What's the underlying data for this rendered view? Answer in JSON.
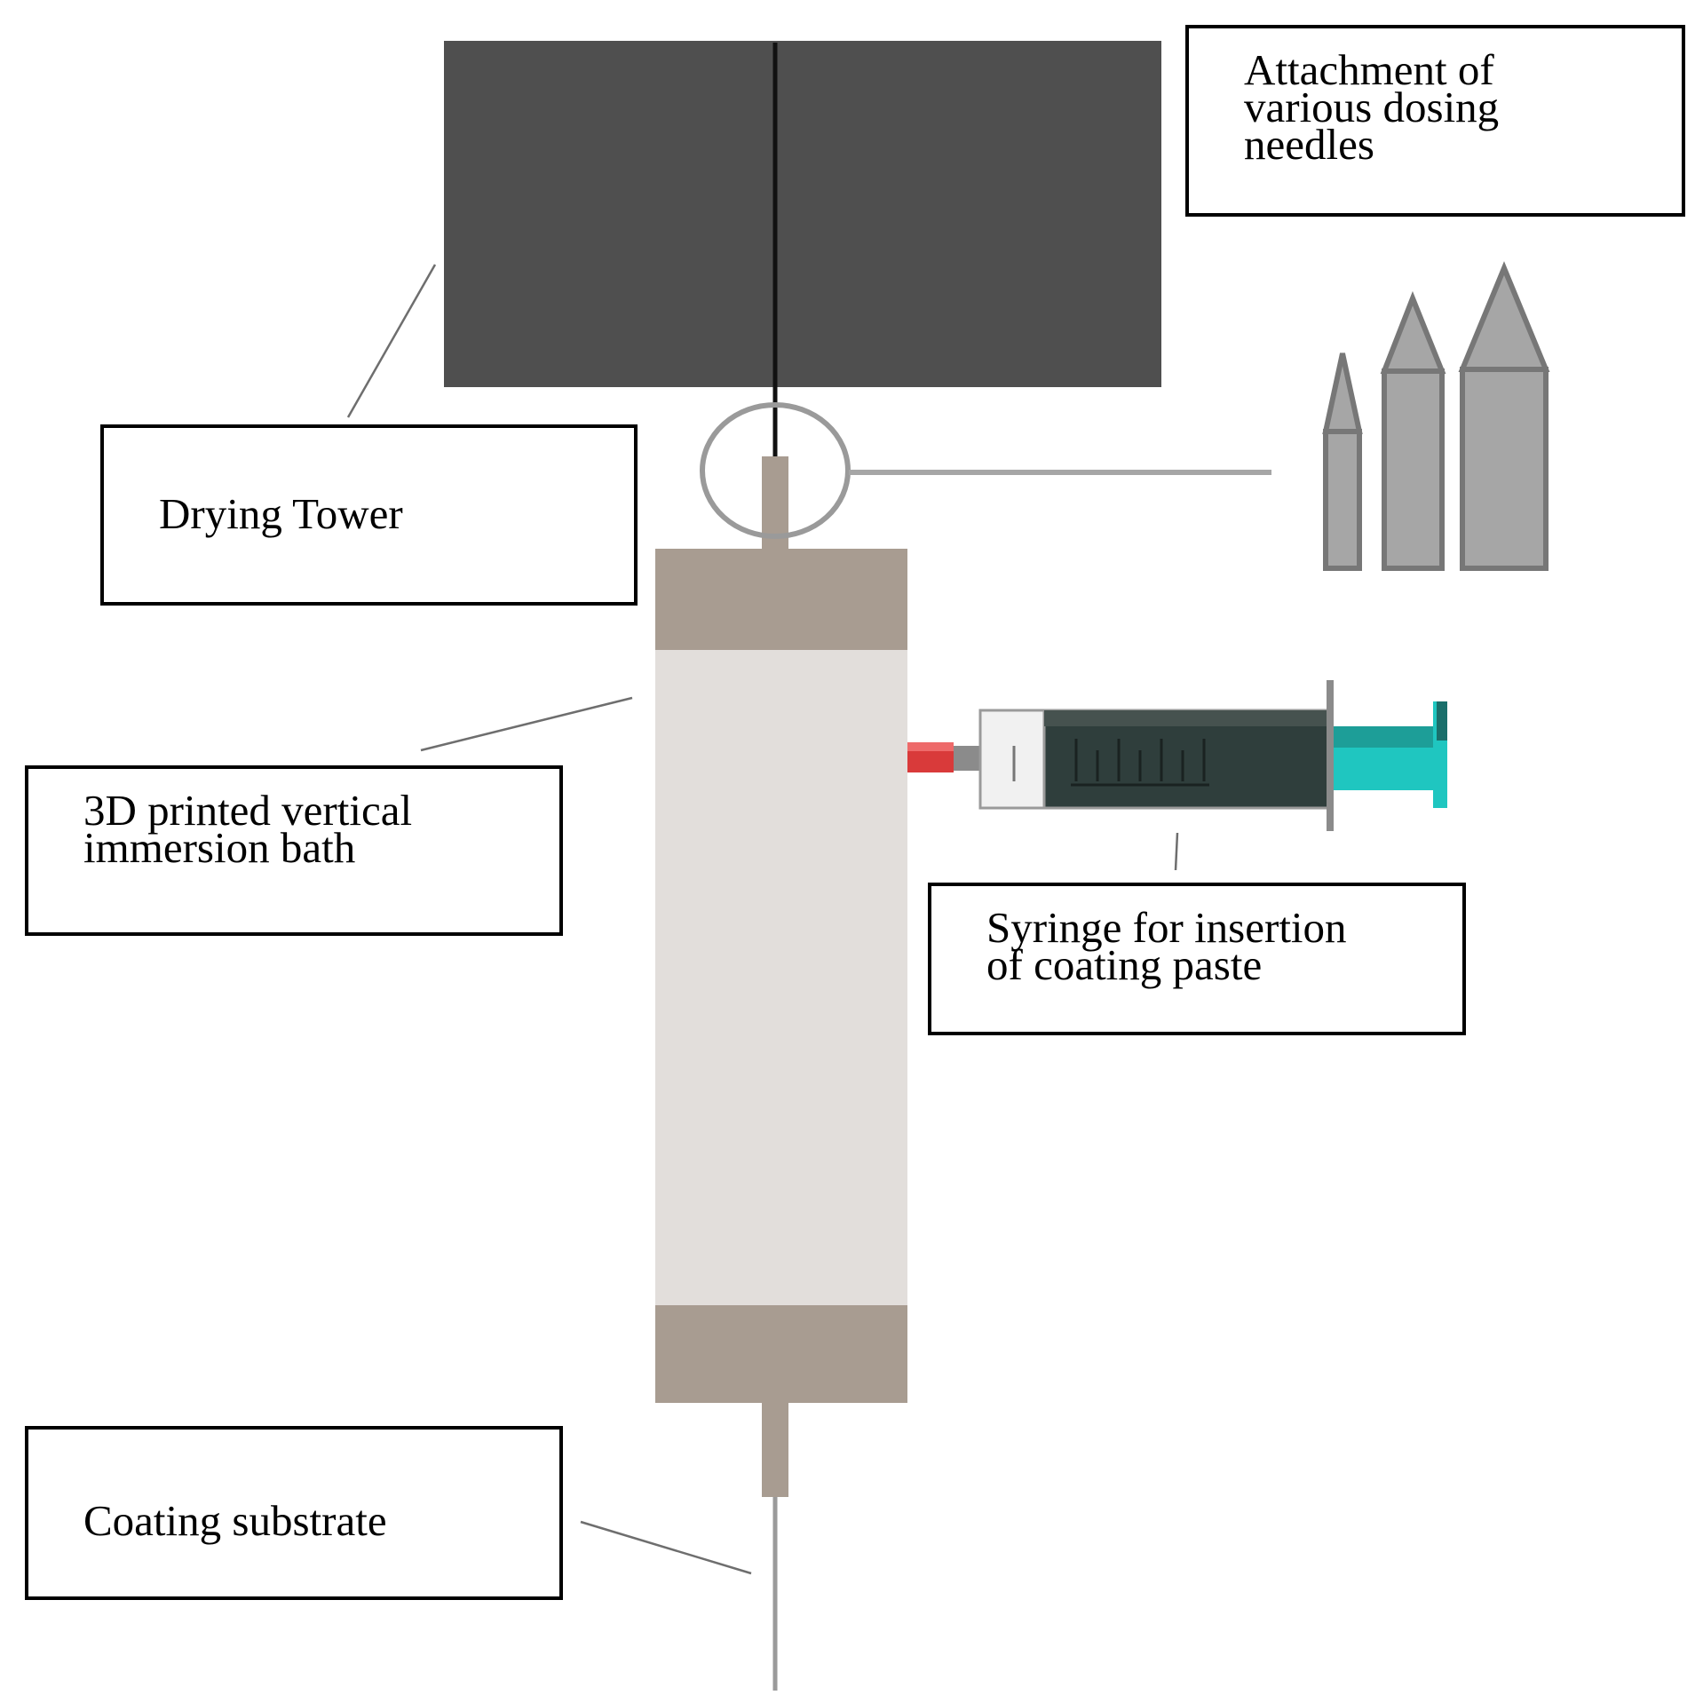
{
  "labels": {
    "attachment": "Attachment of\nvarious dosing\nneedles",
    "drying_tower": "Drying Tower",
    "immersion_bath": "3D printed vertical\nimmersion bath",
    "syringe": "Syringe for insertion\nof coating paste",
    "substrate": "Coating substrate"
  },
  "colors": {
    "drying_tower": "#4f4f4f",
    "bath_cap": "#a89c91",
    "bath_body": "#e2dedb",
    "needle_fill": "#a6a6a6",
    "needle_stroke": "#777777",
    "syringe_plunger": "#1fc6c0",
    "syringe_tip": "#d93a3a",
    "syringe_barrel": "#2f3e3c"
  }
}
